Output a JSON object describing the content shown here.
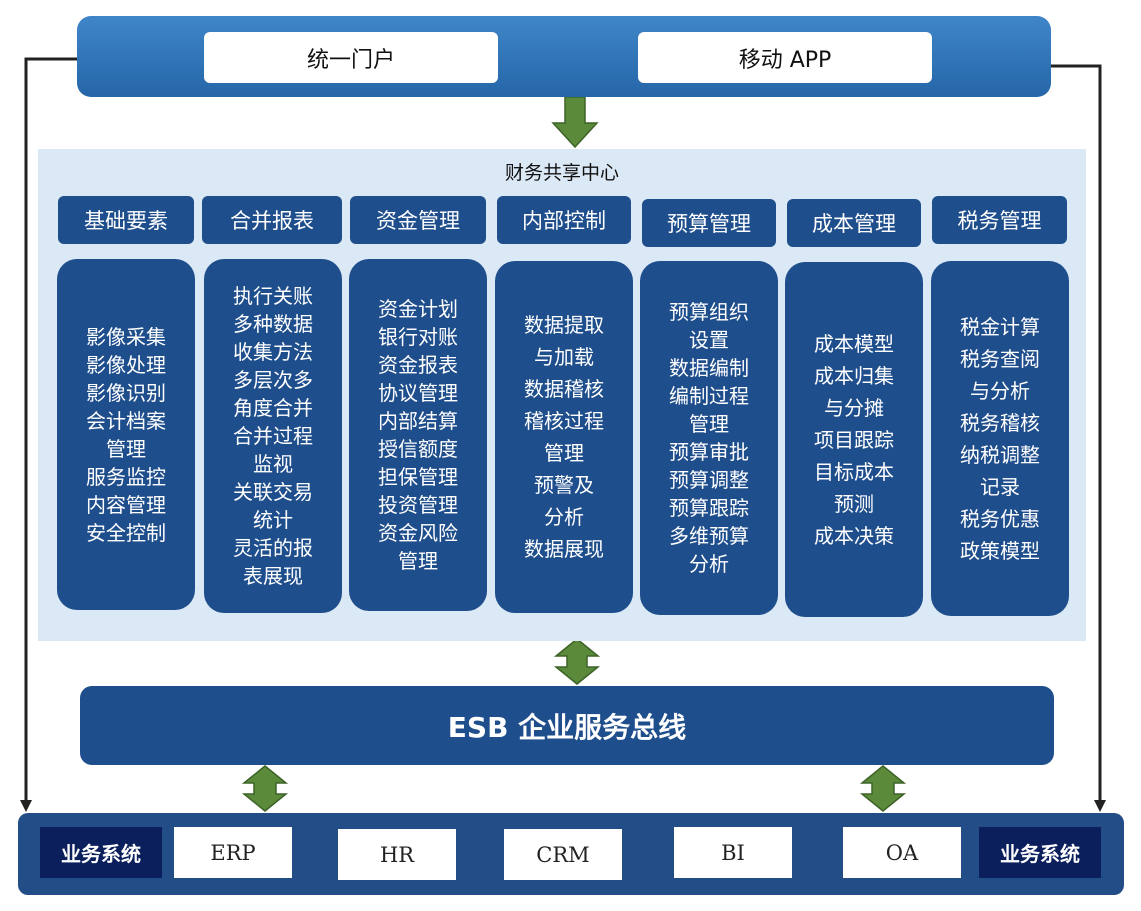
{
  "top": {
    "portal": "统一门户",
    "mobile": "移动 APP"
  },
  "center": {
    "title": "财务共享中心",
    "modules": [
      {
        "title": "基础要素",
        "lines": [
          "影像采集",
          "影像处理",
          "影像识别",
          "会计档案",
          "管理",
          "服务监控",
          "内容管理",
          "安全控制"
        ]
      },
      {
        "title": "合并报表",
        "lines": [
          "执行关账",
          "多种数据",
          "收集方法",
          "多层次多",
          "角度合并",
          "合并过程",
          "监视",
          "关联交易",
          "统计",
          "灵活的报",
          "表展现"
        ]
      },
      {
        "title": "资金管理",
        "lines": [
          "资金计划",
          "银行对账",
          "资金报表",
          "协议管理",
          "内部结算",
          "授信额度",
          "担保管理",
          "投资管理",
          "资金风险",
          "管理"
        ]
      },
      {
        "title": "内部控制",
        "lines": [
          "数据提取",
          "与加载",
          "数据稽核",
          "稽核过程",
          "管理",
          "预警及",
          "分析",
          "数据展现"
        ]
      },
      {
        "title": "预算管理",
        "lines": [
          "预算组织",
          "设置",
          "数据编制",
          "编制过程",
          "管理",
          "预算审批",
          "预算调整",
          "预算跟踪",
          "多维预算",
          "分析"
        ]
      },
      {
        "title": "成本管理",
        "lines": [
          "成本模型",
          "成本归集",
          "与分摊",
          "项目跟踪",
          "目标成本",
          "预测",
          "成本决策"
        ]
      },
      {
        "title": "税务管理",
        "lines": [
          "税金计算",
          "税务查阅",
          "与分析",
          "税务稽核",
          "纳税调整",
          "记录",
          "税务优惠",
          "政策模型"
        ]
      }
    ]
  },
  "esb": {
    "label": "ESB 企业服务总线"
  },
  "bottom": {
    "label_left": "业务系统",
    "label_right": "业务系统",
    "systems": [
      "ERP",
      "HR",
      "CRM",
      "BI",
      "OA"
    ]
  },
  "colors": {
    "dark_blue": "#1f4e8c",
    "navy": "#0a1f5c",
    "panel_bg": "#dbe8f5",
    "arrow_green": "#5a8a3a"
  }
}
